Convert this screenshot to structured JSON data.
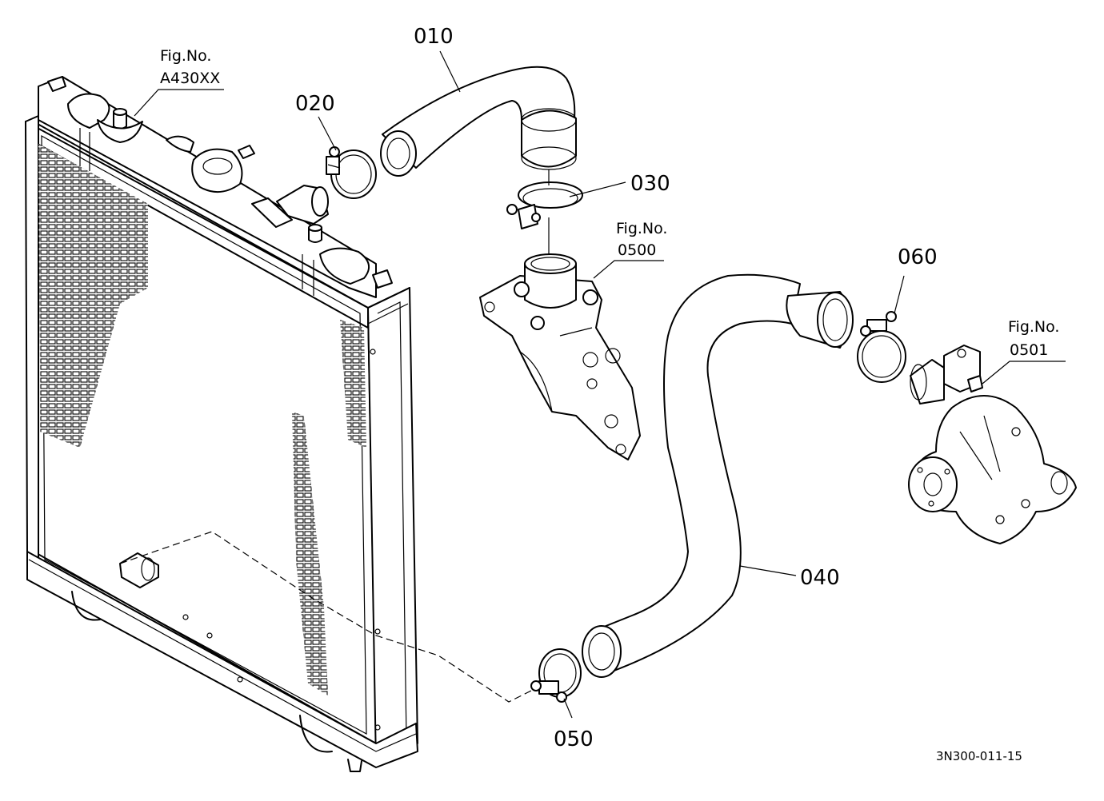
{
  "callouts": {
    "p010": "010",
    "p020": "020",
    "p030": "030",
    "p040": "040",
    "p050": "050",
    "p060": "060"
  },
  "references": {
    "radiator": {
      "label": "Fig.No.",
      "number": "A430XX"
    },
    "thermostat": {
      "label": "Fig.No.",
      "number": "0500"
    },
    "water_pump": {
      "label": "Fig.No.",
      "number": "0501"
    }
  },
  "drawing_code": "3N300-011-15"
}
